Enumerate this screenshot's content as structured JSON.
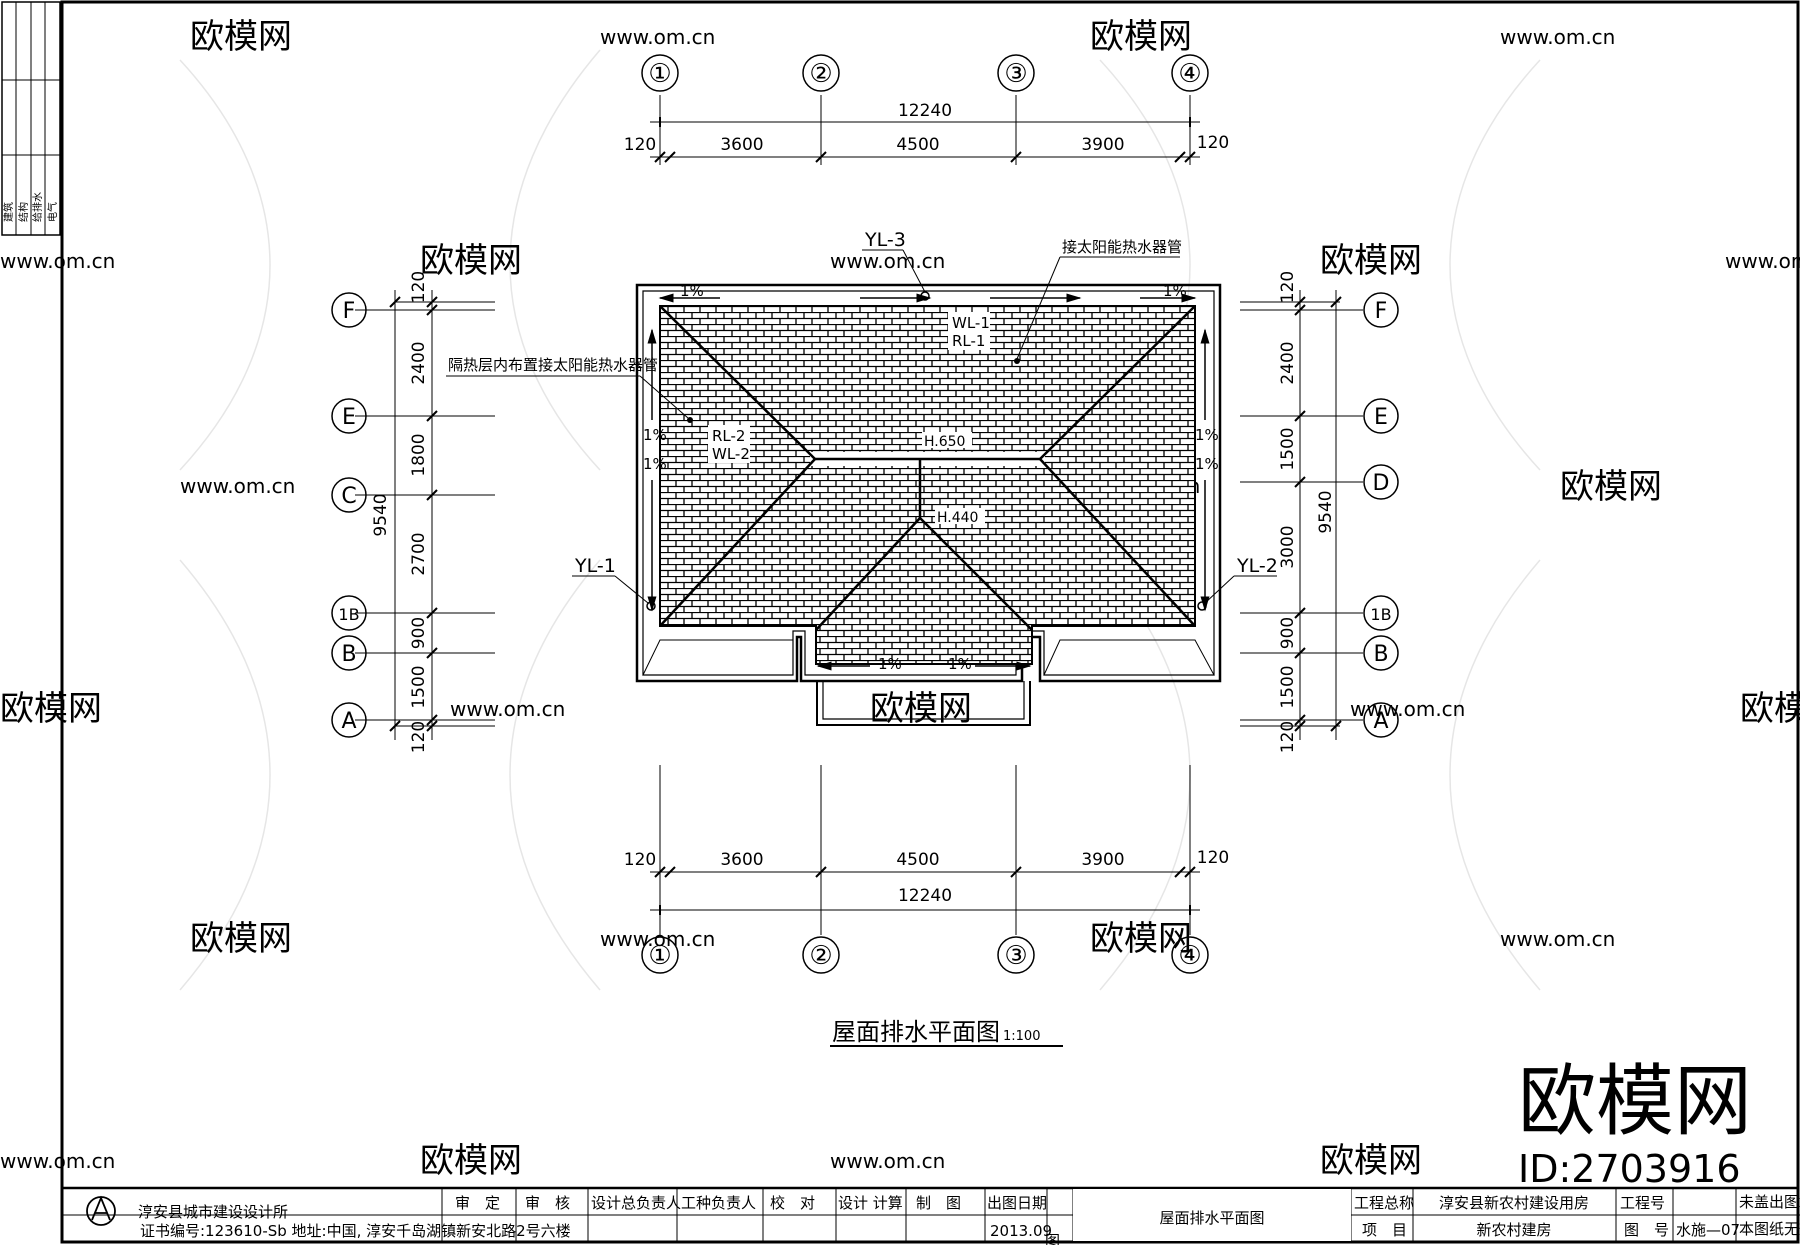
{
  "watermarks": {
    "brand": "欧模网",
    "site": "www.om.cn",
    "big_brand": "欧模网",
    "big_id": "ID:2703916"
  },
  "left_strip": {
    "labels": [
      "建筑",
      "结构",
      "给排水",
      "电气"
    ]
  },
  "grid_axes": {
    "vertical": [
      "①",
      "②",
      "③",
      "④"
    ],
    "horizontal_left": [
      "F",
      "E",
      "C",
      "1B",
      "B",
      "A"
    ],
    "horizontal_right": [
      "F",
      "E",
      "D",
      "1B",
      "B",
      "A"
    ]
  },
  "dimensions": {
    "top_total": "12240",
    "top_segments": [
      "120",
      "3600",
      "4500",
      "3900",
      "120"
    ],
    "bottom_total": "12240",
    "bottom_segments": [
      "120",
      "3600",
      "4500",
      "3900",
      "120"
    ],
    "left_total": "9540",
    "left_segments": [
      "120",
      "2400",
      "1800",
      "2700",
      "900",
      "1500",
      "120"
    ],
    "right_total": "9540",
    "right_segments": [
      "120",
      "2400",
      "1500",
      "3000",
      "900",
      "1500",
      "120"
    ]
  },
  "annotations": {
    "yl1": "YL-1",
    "yl2": "YL-2",
    "yl3": "YL-3",
    "solar_pipe": "接太阳能热水器管",
    "insulation_note": "隔热层内布置接太阳能热水器管",
    "rl1": "RL-1",
    "wl1": "WL-1",
    "rl2": "RL-2",
    "wl2": "WL-2",
    "slope": "1%",
    "elev_1": "H.650",
    "elev_2": "H.440"
  },
  "drawing_title": "屋面排水平面图",
  "drawing_scale": "1:100",
  "title_block": {
    "institute": "淳安县城市建设设计所",
    "cert": "证书编号:123610-Sb   地址:中国, 淳安千岛湖镇新安北路2号六楼",
    "roles": [
      "审　定",
      "审　核",
      "设计总负责人",
      "工种负责人",
      "校　对",
      "设计 计算",
      "制　图"
    ],
    "date_label": "出图日期",
    "date_value": "2013.09",
    "catalog_label": "图目",
    "sheet_title": "屋面排水平面图",
    "project_label": "工程总称",
    "project_value": "淳安县新农村建设用房",
    "item_label": "项　目",
    "item_value": "新农村建房",
    "proj_no_label": "工程号",
    "drawing_no_label": "图　号",
    "drawing_no": "水施—07",
    "stamp_note_1": "未盖出图章",
    "stamp_note_2": "本图纸无效"
  }
}
